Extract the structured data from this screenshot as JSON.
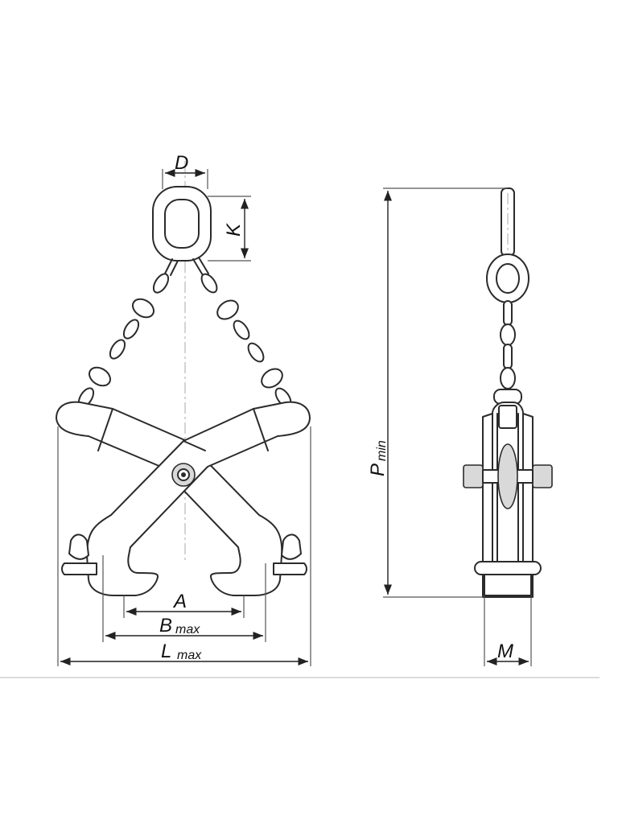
{
  "labels": {
    "D": "D",
    "K": "K",
    "A": "A",
    "B": "B",
    "B_sub": "max",
    "L": "L",
    "L_sub": "max",
    "P": "P",
    "P_sub": "min",
    "M": "M"
  }
}
